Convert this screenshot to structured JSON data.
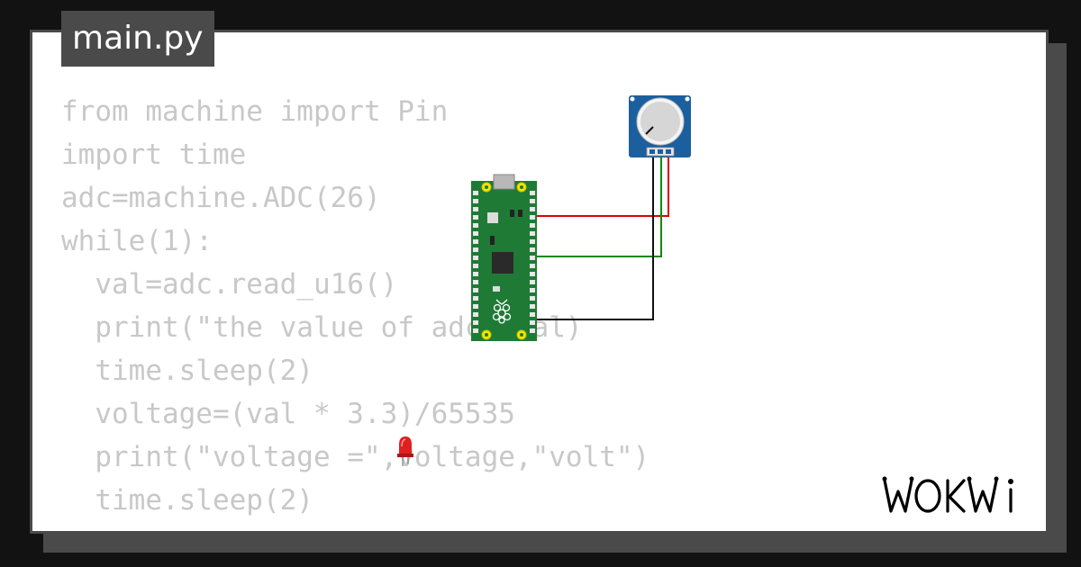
{
  "file_tab": {
    "label": "main.py"
  },
  "code": {
    "lines": [
      "from machine import Pin",
      "import time",
      "adc=machine.ADC(26)",
      "while(1):",
      "  val=adc.read_u16()",
      "  print(\"the value of adc\",val)",
      "  time.sleep(2)",
      "  voltage=(val * 3.3)/65535",
      "  print(\"voltage =\",voltage,\"volt\")",
      "  time.sleep(2)"
    ]
  },
  "circuit": {
    "board": {
      "name": "Raspberry Pi Pico",
      "color": "#1f7a36"
    },
    "potentiometer": {
      "name": "Potentiometer",
      "color": "#1b5f9f"
    },
    "led": {
      "name": "LED",
      "color": "#e02020"
    },
    "wires": [
      {
        "name": "vcc-wire",
        "color": "#e00000"
      },
      {
        "name": "signal-wire",
        "color": "#0a8a0a"
      },
      {
        "name": "ground-wire",
        "color": "#111111"
      }
    ]
  },
  "brand": {
    "name": "WOKWI",
    "color": "#000000"
  }
}
